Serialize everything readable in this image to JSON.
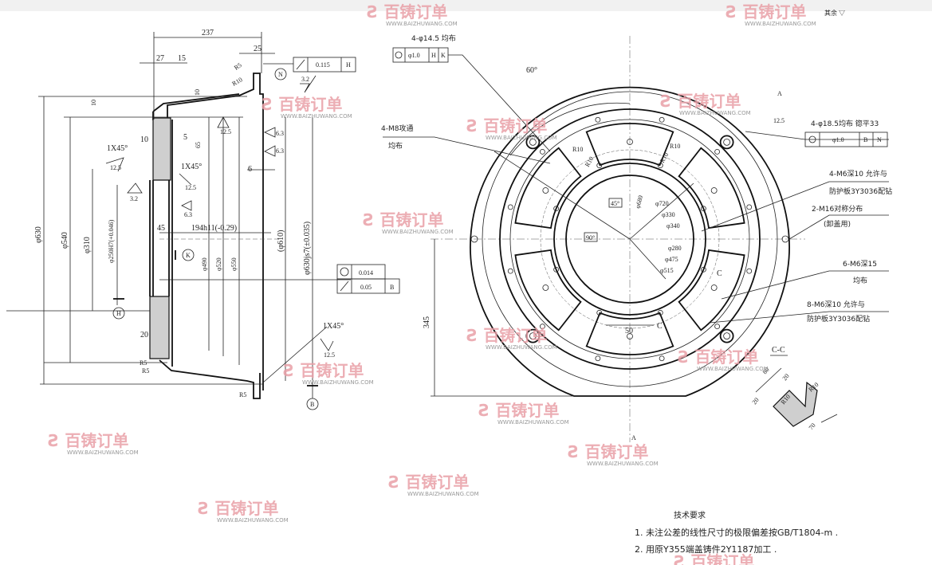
{
  "watermark": {
    "brand": "百铸订单",
    "url": "WWW.BAIZHUWANG.COM"
  },
  "left_view": {
    "dims": {
      "d237": "237",
      "d25": "25",
      "d27": "27",
      "d15": "15",
      "r5a": "R5",
      "r10": "R10",
      "d10a": "10",
      "d10b": "10",
      "d10c": "10",
      "d5": "5",
      "d65": "65",
      "ch1": "1X45°",
      "ch2": "1X45°",
      "ch3": "1X45°",
      "d6": "6",
      "d45": "45",
      "d194": "194h11(-0.29)",
      "phi630": "φ630",
      "phi540": "φ540",
      "phi310": "φ310",
      "phi250": "φ250H7(+0.046)",
      "phi490": "φ490",
      "phi520": "φ520",
      "phi550": "φ550",
      "phi610": "(φ610)",
      "phi630js": "φ630js7(±0.035)",
      "d20": "20",
      "r5b": "R5",
      "r5c": "R5",
      "r5d": "R5"
    },
    "rough": {
      "r32a": "3.2",
      "r125a": "12.5",
      "r63a": "6.3",
      "r63b": "6.3",
      "r125b": "12.5",
      "r125c": "12.5",
      "r32b": "3.2",
      "r63c": "6.3",
      "r125d": "12.5"
    },
    "fcf_runout": {
      "value": "0.115",
      "datum": "H"
    },
    "fcf_pair": {
      "round_value": "0.014",
      "runout_value": "0.05",
      "datum": "B"
    },
    "datums": {
      "N": "N",
      "K": "K",
      "H": "H",
      "B": "B"
    }
  },
  "right_view": {
    "holes_145": "4-φ14.5 均布",
    "fcf_145": {
      "tol": "φ1.0",
      "d1": "H",
      "d2": "K"
    },
    "angle60": "60°",
    "section_A": "A",
    "section_A2": "A",
    "rough125": "12.5",
    "holes_185": "4-φ18.5均布 锪平33",
    "fcf_185": {
      "tol": "φ1.0",
      "d1": "B",
      "d2": "N"
    },
    "m8": "4-M8攻通",
    "m8_sub": "均布",
    "r10": [
      "R10",
      "R10",
      "R10",
      "R10"
    ],
    "m6_4": "4-M6深10 允许与",
    "m6_4_sub": "防护板3Y3036配钻",
    "m16": "2-M16对称分布",
    "m16_sub": "(卸盖用)",
    "m6_6": "6-M6深15",
    "m6_6_sub": "均布",
    "m6_8": "8-M6深10 允许与",
    "m6_8_sub": "防护板3Y3036配钻",
    "a45": "45°",
    "a90": "90°",
    "phi680": "φ680",
    "phi720": "φ720",
    "phi330": "φ330",
    "phi340": "φ340",
    "phi280": "φ280",
    "phi475": "φ475",
    "phi515": "φ515",
    "c1": "C",
    "c2": "C",
    "d50": "50",
    "d345": "345"
  },
  "section_cc": {
    "title": "C-C",
    "d80": "80",
    "d20a": "20",
    "d20b": "20",
    "r10a": "R10",
    "r10b": "R10",
    "d70": "70"
  },
  "notes": {
    "title": "技术要求",
    "items": [
      "1. 未注公差的线性尺寸的极限偏差按GB/T1804-m .",
      "2. 用原Y355端盖铸件2Y1187加工 ."
    ]
  },
  "corner_text": "其余 ▽"
}
